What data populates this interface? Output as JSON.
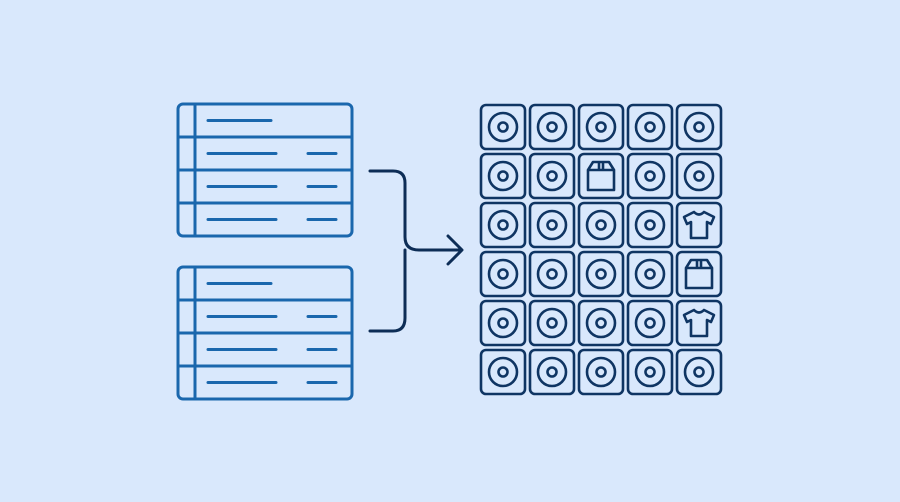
{
  "colors": {
    "background": "#d9e8fc",
    "list_stroke": "#1a67ad",
    "arrow_stroke": "#0d2d56",
    "grid_stroke": "#0f3563"
  },
  "left_lists": [
    {
      "rows": [
        {
          "long_line": true,
          "short_line": false
        },
        {
          "long_line": true,
          "short_line": true
        },
        {
          "long_line": true,
          "short_line": true
        },
        {
          "long_line": true,
          "short_line": true
        }
      ]
    },
    {
      "rows": [
        {
          "long_line": true,
          "short_line": false
        },
        {
          "long_line": true,
          "short_line": true
        },
        {
          "long_line": true,
          "short_line": true
        },
        {
          "long_line": true,
          "short_line": true
        }
      ]
    }
  ],
  "arrow": {
    "icon": "merge-arrow-icon"
  },
  "grid": {
    "rows": 6,
    "cols": 5,
    "cells": [
      [
        "disc",
        "disc",
        "disc",
        "disc",
        "disc"
      ],
      [
        "disc",
        "disc",
        "box",
        "disc",
        "disc"
      ],
      [
        "disc",
        "disc",
        "disc",
        "disc",
        "shirt"
      ],
      [
        "disc",
        "disc",
        "disc",
        "disc",
        "box"
      ],
      [
        "disc",
        "disc",
        "disc",
        "disc",
        "shirt"
      ],
      [
        "disc",
        "disc",
        "disc",
        "disc",
        "disc"
      ]
    ]
  }
}
